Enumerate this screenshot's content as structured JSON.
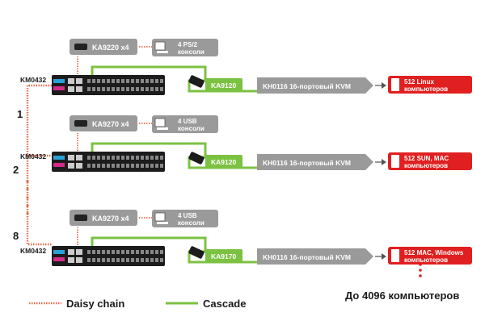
{
  "rows": [
    {
      "switch_label": "KM0432",
      "adapter_label": "KA9220 x4",
      "console_label_1": "4 PS/2",
      "console_label_2": "консоли",
      "ka_label": "KA9120",
      "kvm_label": "KH0116 16-портовый KVM",
      "target_label_1": "512 Linux",
      "target_label_2": "компьютеров"
    },
    {
      "switch_label": "KM0432",
      "adapter_label": "KA9270 x4",
      "console_label_1": "4 USB",
      "console_label_2": "консоли",
      "ka_label": "KA9120",
      "kvm_label": "KH0116 16-портовый KVM",
      "target_label_1": "512 SUN, MAC",
      "target_label_2": "компьютеров"
    },
    {
      "switch_label": "KM0432",
      "adapter_label": "KA9270 x4",
      "console_label_1": "4 USB",
      "console_label_2": "консоли",
      "ka_label": "KA9170",
      "kvm_label": "KH0116 16-портовый KVM",
      "target_label_1": "512 MAC, Windows",
      "target_label_2": "компьютеров"
    }
  ],
  "chain_numbers": [
    "1",
    "2",
    "8"
  ],
  "total_label": "До 4096 компьютеров",
  "legend": {
    "daisy_label": "Daisy chain",
    "cascade_label": "Cascade"
  },
  "colors": {
    "daisy": "#ee6a4a",
    "cascade": "#7cc242",
    "gray_box": "#9a9a9a",
    "red_box": "#e02020",
    "text": "#1a1a1a"
  }
}
